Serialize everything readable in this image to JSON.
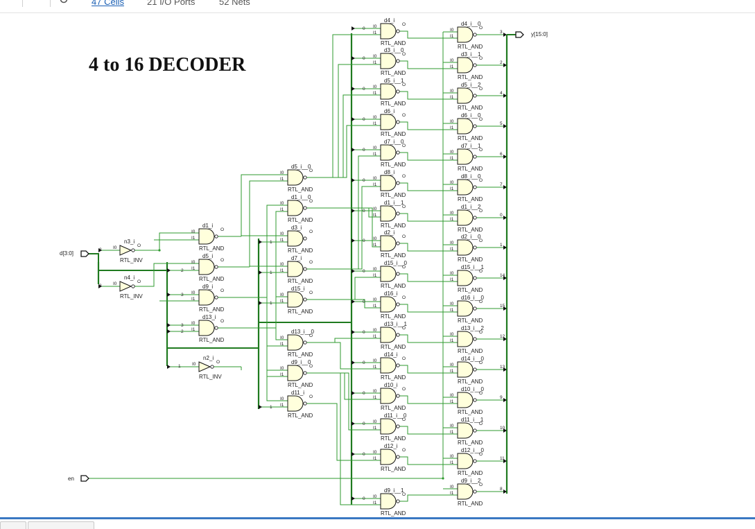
{
  "toolbar": {
    "cells_link": "47 Cells",
    "io_ports": "21 I/O Ports",
    "nets": "52 Nets"
  },
  "title": "4 to 16 DECODER",
  "colors": {
    "wire": "#2e9a2e",
    "bus": "#1f7a1f",
    "gate_fill": "#ffffdc",
    "stroke": "#111111",
    "accent": "#3a78c2"
  },
  "ports": {
    "input_bus": "d[3:0]",
    "enable": "en",
    "output_bus": "y[15:0]"
  },
  "inverters": [
    {
      "name": "n3_i",
      "type": "RTL_INV",
      "bit": "2"
    },
    {
      "name": "n4_i",
      "type": "RTL_INV",
      "bit": "3"
    },
    {
      "name": "n2_i",
      "type": "RTL_INV",
      "bit": "1"
    }
  ],
  "pin_labels": {
    "i0": "I0",
    "i1": "I1",
    "o": "O"
  },
  "gates": {
    "col1": [
      {
        "name": "d1_i",
        "type": "RTL_AND",
        "bits": [
          "",
          ""
        ]
      },
      {
        "name": "d5_i",
        "type": "RTL_AND",
        "bits": [
          "",
          "2"
        ]
      },
      {
        "name": "d9_i",
        "type": "RTL_AND",
        "bits": [
          "3",
          ""
        ]
      },
      {
        "name": "d13_i",
        "type": "RTL_AND",
        "bits": [
          "3",
          "2"
        ]
      }
    ],
    "col2": [
      {
        "name": "d5_i__0",
        "type": "RTL_AND",
        "bits": [
          "",
          ""
        ]
      },
      {
        "name": "d1_i__0",
        "type": "RTL_AND",
        "bits": [
          "",
          ""
        ]
      },
      {
        "name": "d3_i",
        "type": "RTL_AND",
        "bits": [
          "",
          "1"
        ]
      },
      {
        "name": "d7_i",
        "type": "RTL_AND",
        "bits": [
          "",
          "1"
        ]
      },
      {
        "name": "d15_i",
        "type": "RTL_AND",
        "bits": [
          "",
          "1"
        ]
      },
      {
        "name": "d13_i__0",
        "type": "RTL_AND",
        "bits": [
          "",
          ""
        ]
      },
      {
        "name": "d9_i__0",
        "type": "RTL_AND",
        "bits": [
          "",
          ""
        ]
      },
      {
        "name": "d11_i",
        "type": "RTL_AND",
        "bits": [
          "",
          "1"
        ]
      }
    ],
    "col3": [
      {
        "name": "d4_i",
        "type": "RTL_AND",
        "bits": [
          "0",
          ""
        ]
      },
      {
        "name": "d3_i__0",
        "type": "RTL_AND",
        "bits": [
          "0",
          ""
        ]
      },
      {
        "name": "d5_i__1",
        "type": "RTL_AND",
        "bits": [
          "0",
          ""
        ]
      },
      {
        "name": "d6_i",
        "type": "RTL_AND",
        "bits": [
          "0",
          ""
        ]
      },
      {
        "name": "d7_i__0",
        "type": "RTL_AND",
        "bits": [
          "0",
          ""
        ]
      },
      {
        "name": "d8_i",
        "type": "RTL_AND",
        "bits": [
          "0",
          ""
        ]
      },
      {
        "name": "d1_i__1",
        "type": "RTL_AND",
        "bits": [
          "0",
          ""
        ]
      },
      {
        "name": "d2_i",
        "type": "RTL_AND",
        "bits": [
          "0",
          ""
        ]
      },
      {
        "name": "d15_i__0",
        "type": "RTL_AND",
        "bits": [
          "0",
          ""
        ]
      },
      {
        "name": "d16_i",
        "type": "RTL_AND",
        "bits": [
          "0",
          ""
        ]
      },
      {
        "name": "d13_i__1",
        "type": "RTL_AND",
        "bits": [
          "0",
          ""
        ]
      },
      {
        "name": "d14_i",
        "type": "RTL_AND",
        "bits": [
          "0",
          ""
        ]
      },
      {
        "name": "d10_i",
        "type": "RTL_AND",
        "bits": [
          "0",
          ""
        ]
      },
      {
        "name": "d11_i__0",
        "type": "RTL_AND",
        "bits": [
          "0",
          ""
        ]
      },
      {
        "name": "d12_i",
        "type": "RTL_AND",
        "bits": [
          "0",
          ""
        ]
      },
      {
        "name": "d9_i__1",
        "type": "RTL_AND",
        "bits": [
          "0",
          ""
        ]
      }
    ],
    "col4": [
      {
        "name": "d4_i__0",
        "type": "RTL_AND",
        "out": "3"
      },
      {
        "name": "d3_i__1",
        "type": "RTL_AND",
        "out": "2"
      },
      {
        "name": "d5_i__2",
        "type": "RTL_AND",
        "out": "4"
      },
      {
        "name": "d6_i__0",
        "type": "RTL_AND",
        "out": "5"
      },
      {
        "name": "d7_i__1",
        "type": "RTL_AND",
        "out": "6"
      },
      {
        "name": "d8_i__0",
        "type": "RTL_AND",
        "out": "7"
      },
      {
        "name": "d1_i__2",
        "type": "RTL_AND",
        "out": "0"
      },
      {
        "name": "d2_i__0",
        "type": "RTL_AND",
        "out": "1"
      },
      {
        "name": "d15_i__1",
        "type": "RTL_AND",
        "out": "14"
      },
      {
        "name": "d16_i__0",
        "type": "RTL_AND",
        "out": "15"
      },
      {
        "name": "d13_i__2",
        "type": "RTL_AND",
        "out": "12"
      },
      {
        "name": "d14_i__0",
        "type": "RTL_AND",
        "out": "13"
      },
      {
        "name": "d10_i__0",
        "type": "RTL_AND",
        "out": "9"
      },
      {
        "name": "d11_i__1",
        "type": "RTL_AND",
        "out": "10"
      },
      {
        "name": "d12_i__0",
        "type": "RTL_AND",
        "out": "11"
      },
      {
        "name": "d9_i__2",
        "type": "RTL_AND",
        "out": "8"
      }
    ]
  }
}
